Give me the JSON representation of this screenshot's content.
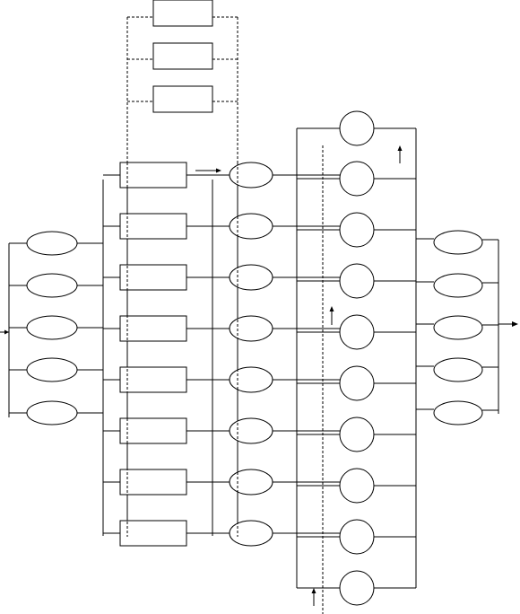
{
  "diagram": {
    "title": "",
    "stroke_color": "#000000",
    "background": "#ffffff",
    "layers": {
      "input_ellipses": 5,
      "middle_rectangles": 8,
      "middle_ellipses": 8,
      "circles": 10,
      "output_ellipses": 5,
      "dashed_rectangles": 3
    },
    "text_labels": []
  }
}
